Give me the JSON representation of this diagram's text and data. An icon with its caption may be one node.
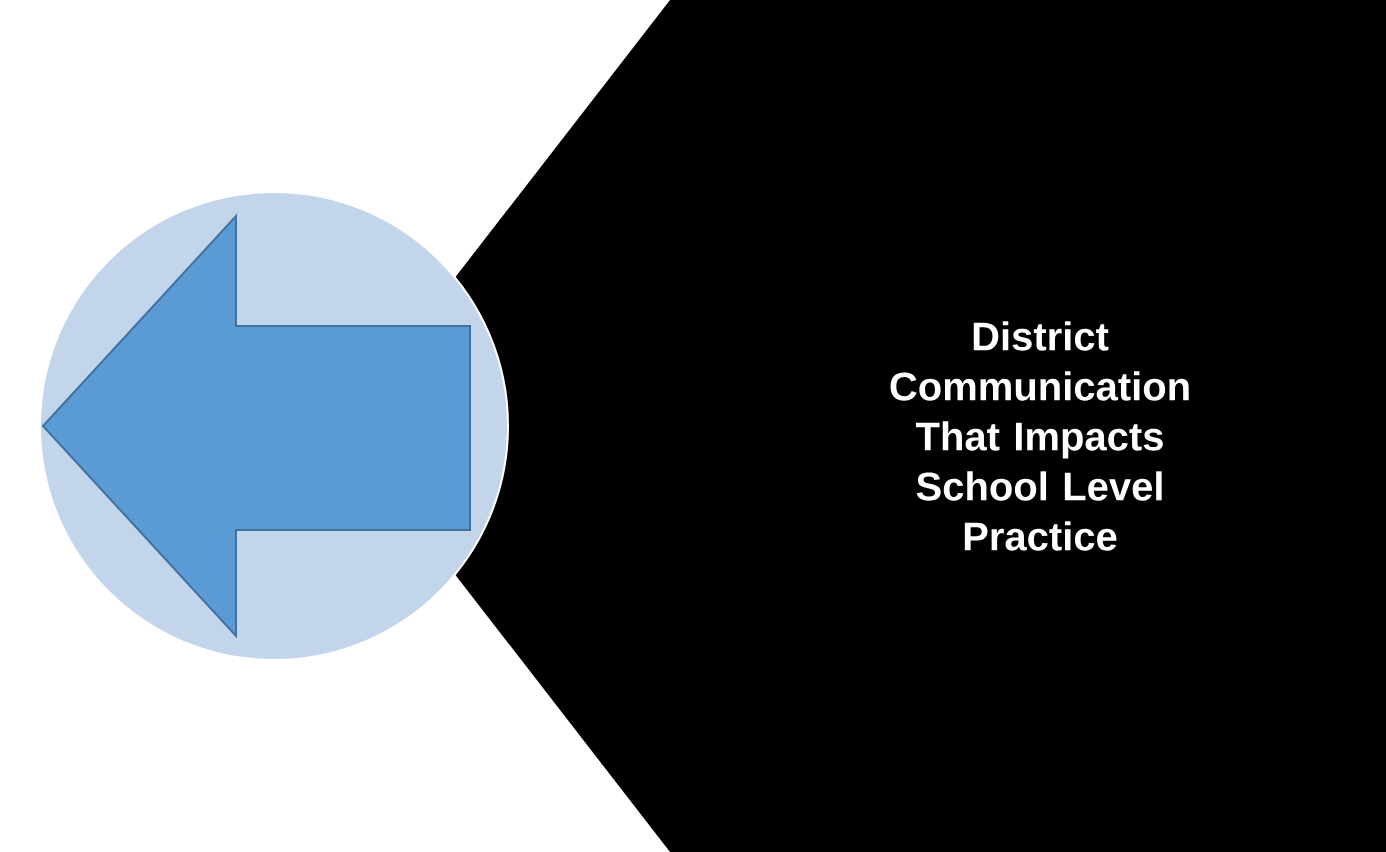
{
  "diagram": {
    "nodes": [
      {
        "text": [
          "District Communication That Impacts School Level Practice"
        ]
      },
      {
        "text": [],
        "shape": "circle"
      }
    ],
    "edges": [
      {
        "from": 0,
        "to": 1,
        "arrow": "to"
      }
    ]
  }
}
